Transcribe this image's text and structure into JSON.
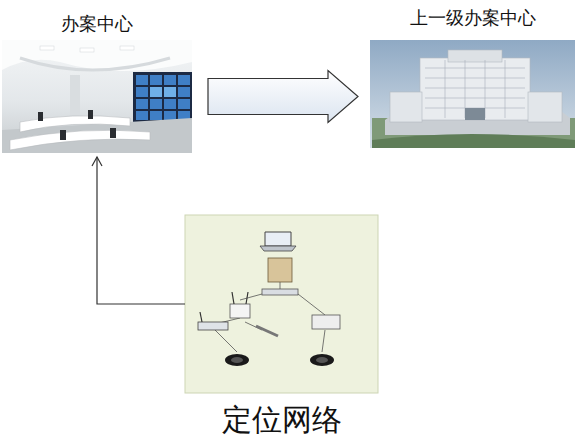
{
  "diagram": {
    "nodes": [
      {
        "text": [
          "办案中心"
        ]
      },
      {
        "text": [
          "上一级办案中心"
        ]
      },
      {
        "text": [
          "定位网络"
        ]
      }
    ],
    "edges": [
      {
        "from": 0,
        "to": 1,
        "arrow": "to"
      },
      {
        "from": 2,
        "to": 0,
        "arrow": "to"
      }
    ]
  }
}
